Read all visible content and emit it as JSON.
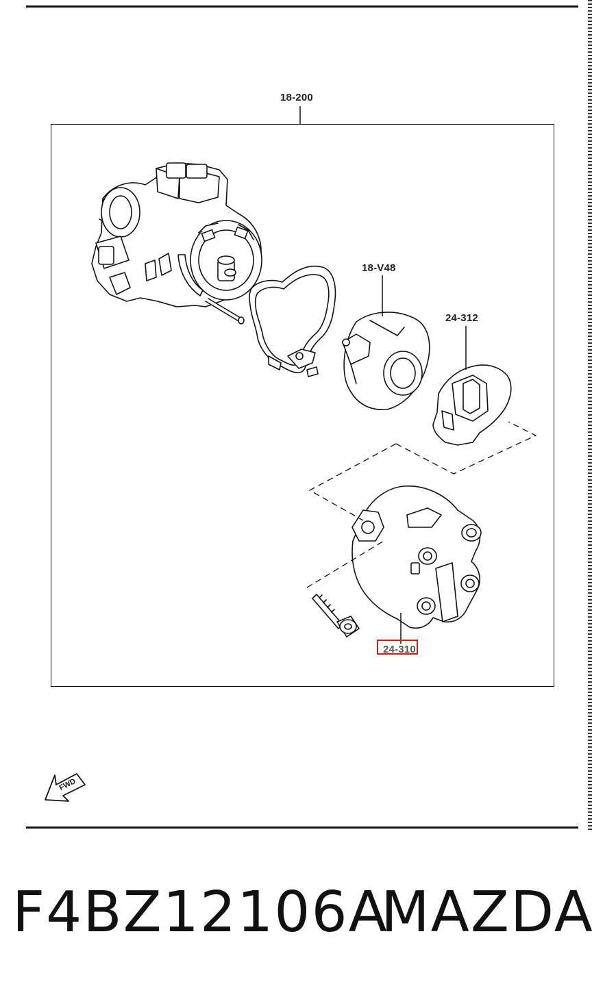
{
  "diagram": {
    "callouts": {
      "assembly": "18-200",
      "sensor": "18-V48",
      "rotor": "24-312",
      "cap": "24-310"
    },
    "direction_marker": "FWD",
    "highlighted_callout": "24-310"
  },
  "footer": {
    "part_number": "F4BZ12106A",
    "brand": "MAZDA"
  }
}
